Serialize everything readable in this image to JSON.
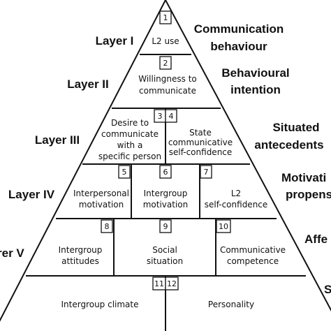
{
  "layers": [
    "Layer I",
    "Layer II",
    "Layer III",
    "Layer IV",
    "rer V"
  ],
  "side_labels": [
    [
      "Communication",
      "behaviour"
    ],
    [
      "Behavioural",
      "intention"
    ],
    [
      "Situated",
      "antecedents"
    ],
    [
      "Motivati",
      "propens"
    ],
    [
      "Affe"
    ],
    [
      "S"
    ]
  ],
  "cells": [
    {
      "num": "1",
      "lines": [
        "L2 use"
      ]
    },
    {
      "num": "2",
      "lines": [
        "Willingness to",
        "communicate"
      ]
    },
    {
      "num": "3",
      "lines": [
        "Desire to",
        "communicate",
        "with a",
        "specific person"
      ]
    },
    {
      "num": "4",
      "lines": [
        "State",
        "communicative",
        "self-confidence"
      ]
    },
    {
      "num": "5",
      "lines": [
        "Interpersonal",
        "motivation"
      ]
    },
    {
      "num": "6",
      "lines": [
        "Intergroup",
        "motivation"
      ]
    },
    {
      "num": "7",
      "lines": [
        "L2",
        "self-confidence"
      ]
    },
    {
      "num": "8",
      "lines": [
        "Intergroup",
        "attitudes"
      ]
    },
    {
      "num": "9",
      "lines": [
        "Social",
        "situation"
      ]
    },
    {
      "num": "10",
      "lines": [
        "Communicative",
        "competence"
      ]
    },
    {
      "num": "11",
      "lines": [
        "Intergroup climate"
      ]
    },
    {
      "num": "12",
      "lines": [
        "Personality"
      ]
    }
  ]
}
